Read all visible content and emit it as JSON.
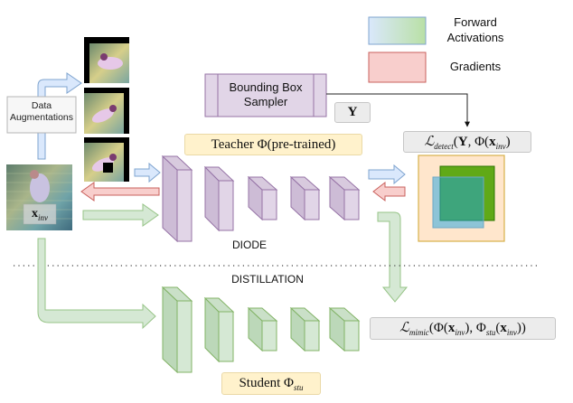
{
  "legend": {
    "items": [
      {
        "label_line1": "Forward",
        "label_line2": "Activations",
        "kind": "forward",
        "colors": [
          "#dae8fc",
          "#b9dea0"
        ]
      },
      {
        "label_line1": "Gradients",
        "label_line2": "",
        "kind": "gradient",
        "colors": [
          "#f8cecc",
          "#d98080"
        ]
      }
    ]
  },
  "data_augmentations": {
    "line1": "Data",
    "line2": "Augmentations"
  },
  "input_image": {
    "label_base": "x",
    "label_sub": "inv"
  },
  "bbox_sampler": {
    "line1": "Bounding Box",
    "line2": "Sampler"
  },
  "y_tag": {
    "text": "Y"
  },
  "teacher": {
    "prefix": "Teacher ",
    "symbol": "Φ",
    "suffix": "(pre-trained)"
  },
  "student": {
    "prefix": "Student ",
    "symbol": "Φ",
    "sub": "stu"
  },
  "detect_loss": {
    "L": "ℒ",
    "sub": "detect",
    "args_a": "(",
    "Y": "Y",
    "comma": ", Φ(",
    "x": "x",
    "xsub": "inv",
    "close": ")"
  },
  "mimic_loss": {
    "L": "ℒ",
    "sub": "mimic",
    "open": "(Φ(",
    "x1": "x",
    "x1sub": "inv",
    "mid": "), Φ",
    "stu": "stu",
    "open2": "(",
    "x2": "x",
    "x2sub": "inv",
    "close": "))"
  },
  "section_labels": {
    "top": "DIODE",
    "bottom": "DISTILLATION"
  },
  "colors": {
    "teacher_fill": "#e1d5e7",
    "teacher_stroke": "#9673a6",
    "student_fill": "#d5e8d4",
    "student_stroke": "#82b366",
    "forward_blue": "#dae8fc",
    "forward_blue_stroke": "#6c8ebf",
    "gradient_fill": "#f8cecc",
    "gradient_stroke": "#b85450",
    "tag_fill": "#fff2cc",
    "tag_stroke": "#d6b656"
  }
}
